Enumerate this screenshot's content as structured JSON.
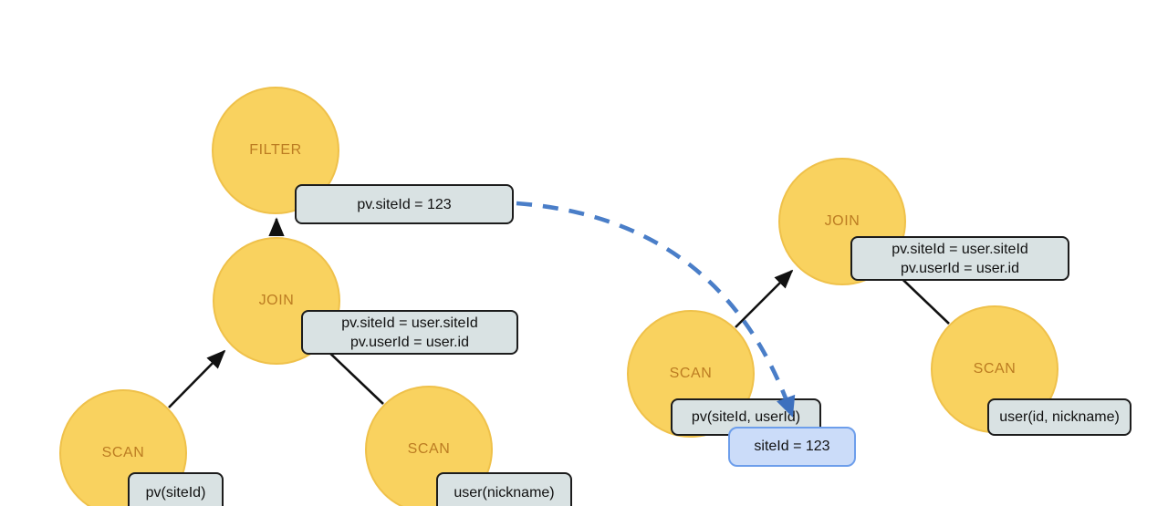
{
  "colors": {
    "node_fill": "#F9D25F",
    "node_border": "#EFC14A",
    "node_text": "#BC7C22",
    "condition_box_fill": "#D9E2E3",
    "condition_box_border": "#1C1C1C",
    "pushdown_box_fill": "#CBDCF9",
    "pushdown_box_border": "#6D9EEB",
    "edge_color": "#111111",
    "pushdown_arrow_color": "#4A7EC8",
    "background": "#FFFFFF"
  },
  "left_tree": {
    "filter": {
      "node_label": "FILTER",
      "condition": "pv.siteId = 123"
    },
    "join": {
      "node_label": "JOIN",
      "condition_line1": "pv.siteId = user.siteId",
      "condition_line2": "pv.userId = user.id"
    },
    "scan_pv": {
      "node_label": "SCAN",
      "table": "pv(siteId)"
    },
    "scan_user": {
      "node_label": "SCAN",
      "table": "user(nickname)"
    }
  },
  "right_tree": {
    "join": {
      "node_label": "JOIN",
      "condition_line1": "pv.siteId = user.siteId",
      "condition_line2": "pv.userId = user.id"
    },
    "scan_pv": {
      "node_label": "SCAN",
      "table": "pv(siteId, userId)",
      "pushed_filter": "siteId = 123"
    },
    "scan_user": {
      "node_label": "SCAN",
      "table": "user(id, nickname)"
    }
  }
}
